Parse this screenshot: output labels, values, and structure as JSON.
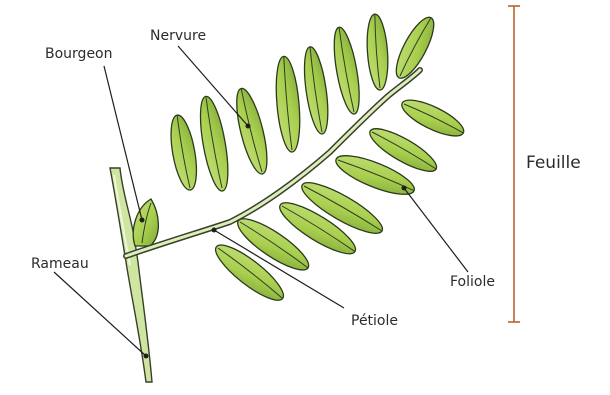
{
  "diagram": {
    "labels": {
      "bud": "Bourgeon",
      "vein": "Nervure",
      "branch": "Rameau",
      "petiole": "Pétiole",
      "leaflet": "Foliole",
      "leaf": "Feuille"
    },
    "colors": {
      "leaf_fill": "#a9cf4e",
      "leaf_light": "#d7ecac",
      "leaf_outline": "#2a3a1a",
      "midrib": "#2f3b24",
      "stem": "#cfe6a2",
      "stem_outline": "#3a3f2c",
      "leader": "#1e1e1e",
      "label_text": "#2b2b2b",
      "bracket": "#b5652f"
    }
  }
}
